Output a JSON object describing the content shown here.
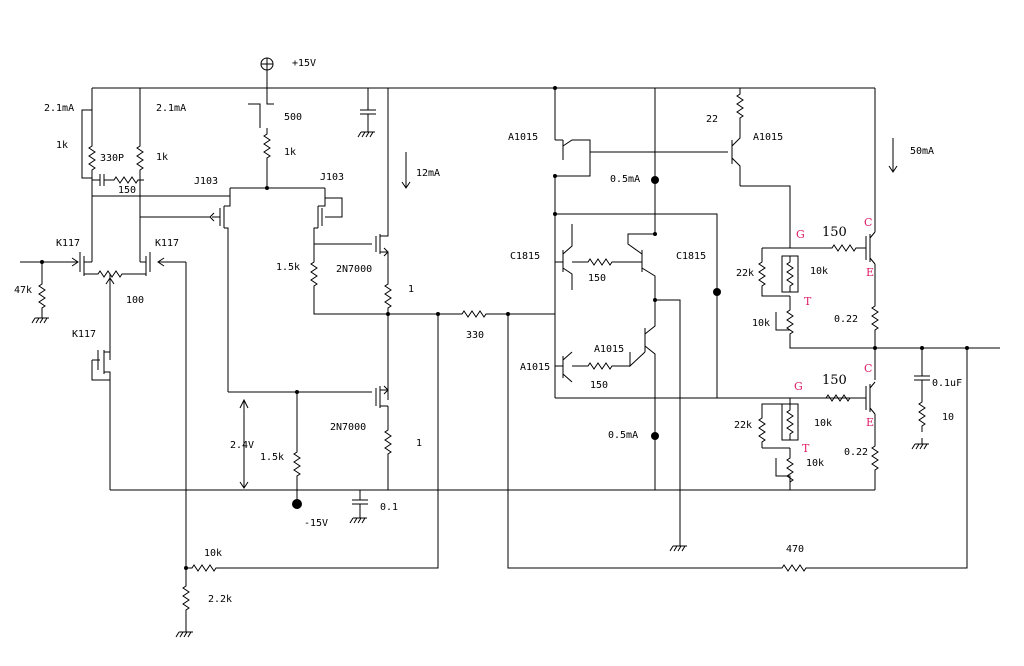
{
  "colors": {
    "wire": "#000000",
    "pin_label": "#e0206a",
    "background": "#ffffff"
  },
  "supply": {
    "positive": "+15V",
    "negative": "-15V"
  },
  "currents": {
    "input_left": "2.1mA",
    "input_right": "2.1mA",
    "vas": "12mA",
    "output": "50mA",
    "pre_driver_top": "0.5mA",
    "pre_driver_bottom": "0.5mA"
  },
  "voltage_ref": "2.4V",
  "components": {
    "r_1k_left": "1k",
    "c_330p": "330P",
    "r_1k_right": "1k",
    "r_150_top": "150",
    "r_47k": "47k",
    "r_100": "100",
    "r_500": "500",
    "r_1k_pot": "1k",
    "r_1k5_upper": "1.5k",
    "r_1k5_lower": "1.5k",
    "r_1_upper": "1",
    "r_1_lower": "1",
    "c_01": "0.1",
    "r_330": "330",
    "r_10k_fb": "10k",
    "r_2k2": "2.2k",
    "r_470": "470",
    "r_22": "22",
    "r_150_mid": "150",
    "r_150_low": "150",
    "r_22k_top": "22k",
    "r_10k_top": "10k",
    "r_10k_top_pot": "10k",
    "r_022_top": "0.22",
    "r_22k_bot": "22k",
    "r_10k_bot": "10k",
    "r_10k_bot_pot": "10k",
    "r_022_bot": "0.22",
    "r_150_gate_top": "150",
    "r_150_gate_bot": "150",
    "c_01uf": "0.1uF",
    "r_10_zobel": "10"
  },
  "devices": {
    "k117_left": "K117",
    "k117_right": "K117",
    "k117_ccs": "K117",
    "j103_left": "J103",
    "j103_right": "J103",
    "nmos_upper": "2N7000",
    "nmos_lower": "2N7000",
    "a1015_top_left": "A1015",
    "a1015_top_right": "A1015",
    "a1015_bottom_left": "A1015",
    "a1015_bottom_mid": "A1015",
    "c1815_left": "C1815",
    "c1815_right": "C1815"
  },
  "pins": {
    "gate": "G",
    "drain": "C",
    "source": "E",
    "thermal": "T"
  }
}
